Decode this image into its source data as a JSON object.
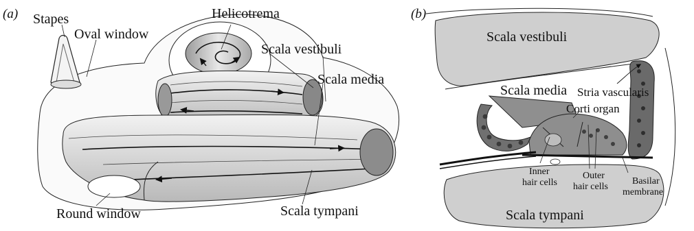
{
  "panel_a": {
    "tag": "(a)",
    "labels": {
      "stapes": "Stapes",
      "oval_window": "Oval window",
      "helicotrema": "Helicotrema",
      "scala_vestibuli": "Scala vestibuli",
      "scala_media": "Scala media",
      "round_window": "Round window",
      "scala_tympani": "Scala tympani"
    }
  },
  "panel_b": {
    "tag": "(b)",
    "labels": {
      "scala_vestibuli": "Scala vestibuli",
      "scala_media": "Scala media",
      "stria_vascularis": "Stria vascularis",
      "corti_organ": "Corti organ",
      "inner_hair_cells_1": "Inner",
      "inner_hair_cells_2": "hair cells",
      "outer_hair_cells_1": "Outer",
      "outer_hair_cells_2": "hair cells",
      "basilar_membrane_1": "Basilar",
      "basilar_membrane_2": "membrane",
      "scala_tympani": "Scala tympani"
    }
  },
  "colors": {
    "line": "#222222",
    "chamber_gray": "#cfcfcf",
    "tissue_gray": "#8a8a8a",
    "cell_dark": "#555555",
    "duct_fill": "#9a9a9a"
  }
}
